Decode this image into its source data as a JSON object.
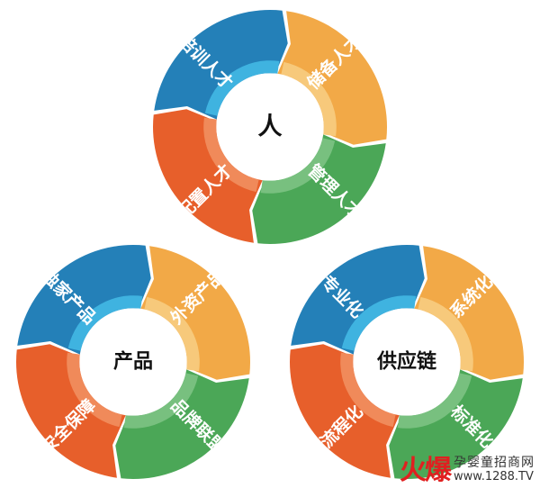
{
  "colors": {
    "blue": "#2480B8",
    "orange": "#F2A947",
    "green": "#4BA757",
    "red": "#E75F2B",
    "blue_inner": "#3FB3E0",
    "orange_inner": "#F7C97B",
    "green_inner": "#78C07F",
    "red_inner": "#F08A5A"
  },
  "diagrams": [
    {
      "id": "people",
      "center_label": "人",
      "segments": [
        {
          "label": "培训人才",
          "color": "blue"
        },
        {
          "label": "储备人才",
          "color": "orange"
        },
        {
          "label": "管理人才",
          "color": "green"
        },
        {
          "label": "配置人才",
          "color": "red"
        }
      ]
    },
    {
      "id": "product",
      "center_label": "产品",
      "segments": [
        {
          "label": "独家产品",
          "color": "blue"
        },
        {
          "label": "外资产品",
          "color": "orange"
        },
        {
          "label": "品牌联盟",
          "color": "green"
        },
        {
          "label": "安全保障",
          "color": "red"
        }
      ]
    },
    {
      "id": "supply",
      "center_label": "供应链",
      "segments": [
        {
          "label": "专业化",
          "color": "blue"
        },
        {
          "label": "系统化",
          "color": "orange"
        },
        {
          "label": "标准化",
          "color": "green"
        },
        {
          "label": "流程化",
          "color": "red"
        }
      ]
    }
  ],
  "watermark": {
    "logo": "火爆",
    "site_name": "孕婴童招商网",
    "url": "www.1288.TV"
  }
}
